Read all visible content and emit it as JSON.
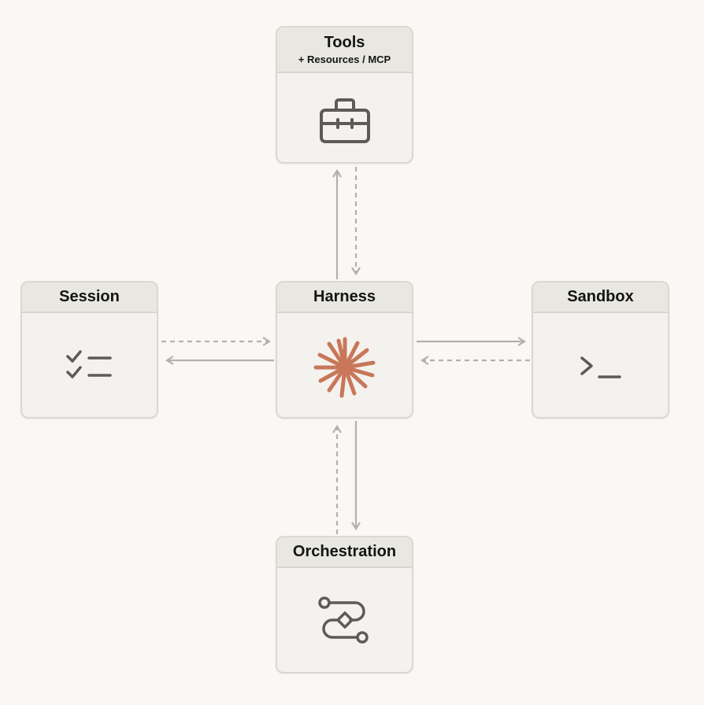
{
  "nodes": {
    "tools": {
      "title": "Tools",
      "subtitle": "+ Resources / MCP",
      "icon": "toolbox-icon"
    },
    "session": {
      "title": "Session",
      "icon": "checklist-icon"
    },
    "harness": {
      "title": "Harness",
      "icon": "starburst-icon"
    },
    "sandbox": {
      "title": "Sandbox",
      "icon": "terminal-prompt-icon"
    },
    "orchestration": {
      "title": "Orchestration",
      "icon": "workflow-icon"
    }
  },
  "colors": {
    "background": "#f9f8f5",
    "box": "#f3f2ee",
    "header": "#e8e7e1",
    "arrow": "#b3b1ab",
    "icon": "#5c5b57",
    "accent": "#c8775a"
  }
}
